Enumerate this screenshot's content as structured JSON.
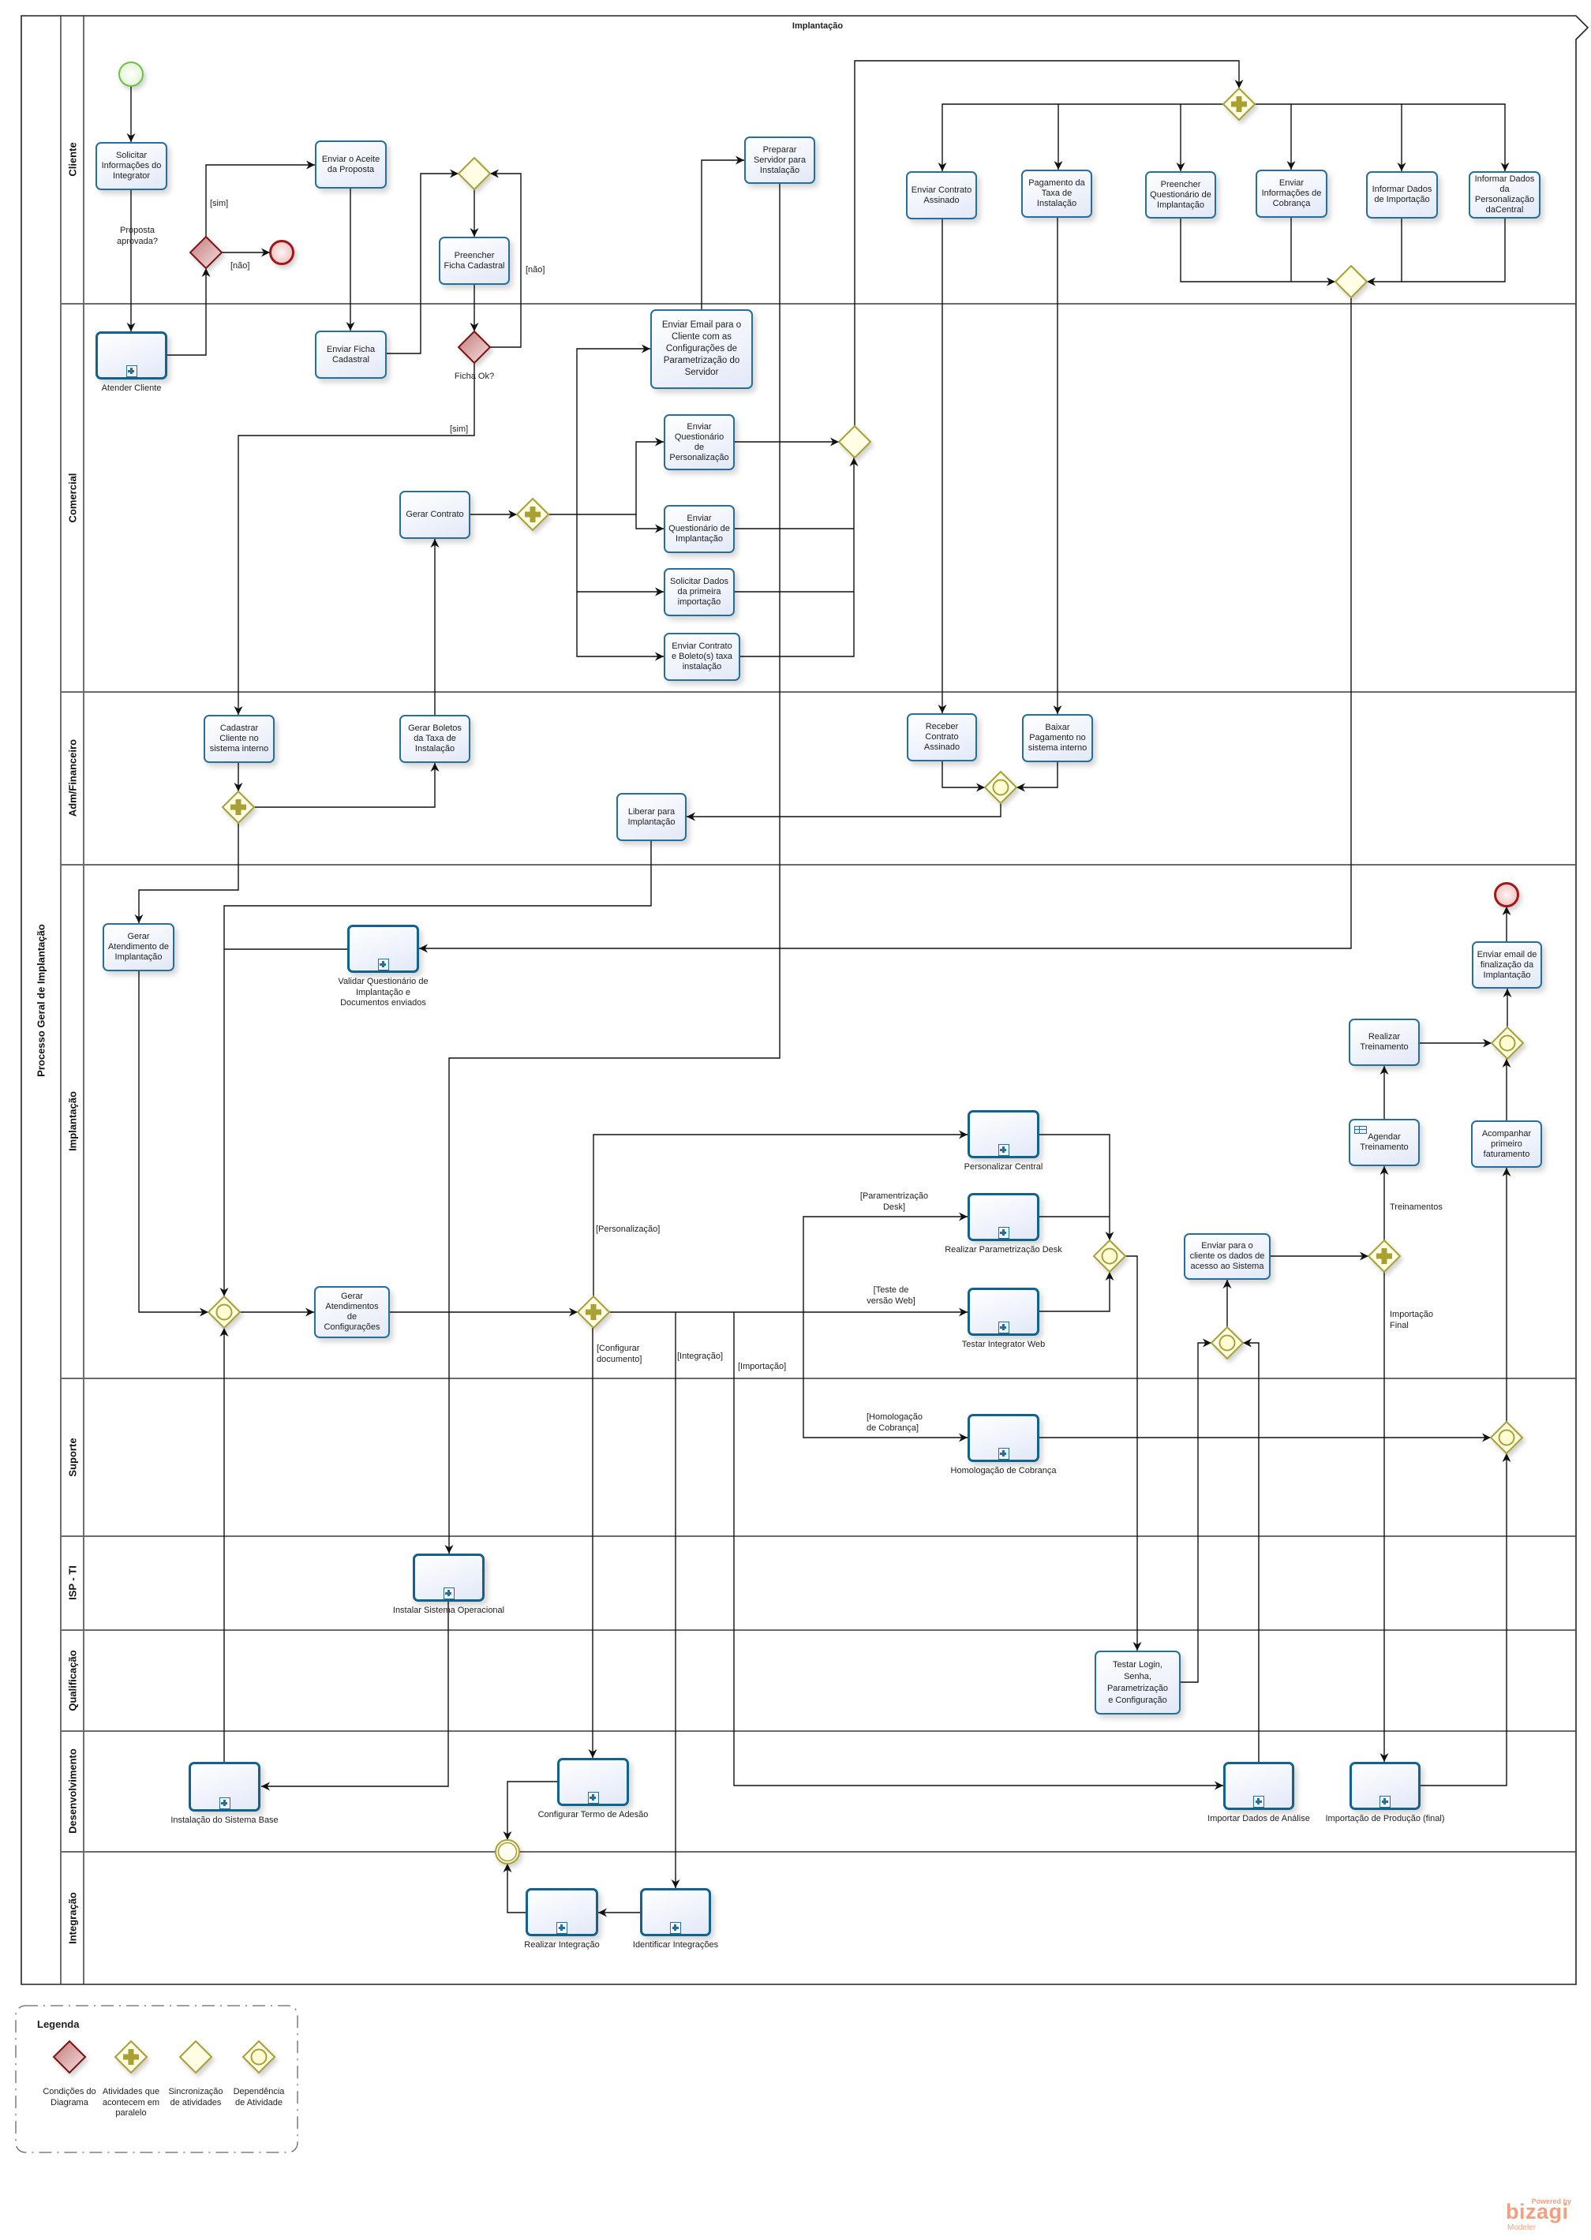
{
  "diagram": {
    "phase_title": "Implantação",
    "pool_label": "Processo Geral de Implantação",
    "lanes": [
      {
        "label": "Cliente"
      },
      {
        "label": "Comercial"
      },
      {
        "label": "Adm/Financeiro"
      },
      {
        "label": "Implantação"
      },
      {
        "label": "Suporte"
      },
      {
        "label": "ISP - TI"
      },
      {
        "label": "Qualificação"
      },
      {
        "label": "Desenvolvimento"
      },
      {
        "label": "Integração"
      }
    ]
  },
  "tasks": [
    {
      "label": "Solicitar Informações do Integrator",
      "lane": "Cliente"
    },
    {
      "label": "Enviar o Aceite da Proposta",
      "lane": "Cliente"
    },
    {
      "label": "Preencher Ficha Cadastral",
      "lane": "Cliente"
    },
    {
      "label": "Preparar Servidor para Instalação",
      "lane": "Cliente"
    },
    {
      "label": "Enviar Contrato Assinado",
      "lane": "Cliente"
    },
    {
      "label": "Pagamento da Taxa de Instalação",
      "lane": "Cliente"
    },
    {
      "label": "Preencher Questionário de Implantação",
      "lane": "Cliente"
    },
    {
      "label": "Enviar Informações de Cobrança",
      "lane": "Cliente"
    },
    {
      "label": "Informar Dados de Importação",
      "lane": "Cliente"
    },
    {
      "label": "Informar Dados da Personalização daCentral",
      "lane": "Cliente"
    },
    {
      "label": "Enviar Ficha Cadastral",
      "lane": "Comercial"
    },
    {
      "label": "Enviar Email para o Cliente com as Configurações  de Parametrização do Servidor",
      "lane": "Comercial"
    },
    {
      "label": "Gerar Contrato",
      "lane": "Comercial"
    },
    {
      "label": "Enviar Questionário de Personalização",
      "lane": "Comercial"
    },
    {
      "label": "Enviar Questionário de Implantação",
      "lane": "Comercial"
    },
    {
      "label": "Solicitar Dados da primeira importação",
      "lane": "Comercial"
    },
    {
      "label": "Enviar Contrato e Boleto(s) taxa instalação",
      "lane": "Comercial"
    },
    {
      "label": "Cadastrar Cliente no sistema interno",
      "lane": "Adm/Financeiro"
    },
    {
      "label": "Gerar Boletos da Taxa de Instalação",
      "lane": "Adm/Financeiro"
    },
    {
      "label": "Receber Contrato Assinado",
      "lane": "Adm/Financeiro"
    },
    {
      "label": "Baixar Pagamento no sistema interno",
      "lane": "Adm/Financeiro"
    },
    {
      "label": "Liberar para Implantação",
      "lane": "Adm/Financeiro"
    },
    {
      "label": "Gerar Atendimento de Implantação",
      "lane": "Implantação"
    },
    {
      "label": "Gerar Atendimentos de Configurações",
      "lane": "Implantação"
    },
    {
      "label": "Enviar para o cliente os dados de acesso ao Sistema",
      "lane": "Implantação"
    },
    {
      "label": "Agendar Treinamento",
      "lane": "Implantação"
    },
    {
      "label": "Realizar Treinamento",
      "lane": "Implantação"
    },
    {
      "label": "Acompanhar primeiro faturamento",
      "lane": "Implantação"
    },
    {
      "label": "Enviar email de finalização da Implantação",
      "lane": "Implantação"
    },
    {
      "label": "Testar Login, Senha, Parametrização e Configuração",
      "lane": "Qualificação"
    }
  ],
  "subprocesses": [
    {
      "label": "Atender Cliente",
      "lane": "Comercial"
    },
    {
      "label": "Validar Questionário de Implantação e Documentos enviados",
      "lane": "Implantação"
    },
    {
      "label": "Personalizar Central",
      "lane": "Implantação"
    },
    {
      "label": "Realizar Parametrização Desk",
      "lane": "Implantação"
    },
    {
      "label": "Testar  Integrator Web",
      "lane": "Implantação"
    },
    {
      "label": "Homologação de Cobrança",
      "lane": "Suporte"
    },
    {
      "label": "Instalar Sistema Operacional",
      "lane": "ISP - TI"
    },
    {
      "label": "Instalação do Sistema Base",
      "lane": "Desenvolvimento"
    },
    {
      "label": "Configurar Termo de Adesão",
      "lane": "Desenvolvimento"
    },
    {
      "label": "Importar Dados de Análise",
      "lane": "Desenvolvimento"
    },
    {
      "label": "Importação de Produção (final)",
      "lane": "Desenvolvimento"
    },
    {
      "label": "Realizar Integração",
      "lane": "Integração"
    },
    {
      "label": "Identificar Integrações",
      "lane": "Integração"
    }
  ],
  "gateways": [
    {
      "type": "exclusive",
      "label": "Proposta aprovada?"
    },
    {
      "type": "sync",
      "label": ""
    },
    {
      "type": "exclusive",
      "label": "Ficha Ok?"
    },
    {
      "type": "parallel",
      "label": ""
    },
    {
      "type": "sync",
      "label": ""
    },
    {
      "type": "parallel",
      "label": ""
    },
    {
      "type": "sync",
      "label": ""
    },
    {
      "type": "parallel",
      "label": ""
    },
    {
      "type": "dependency",
      "label": ""
    },
    {
      "type": "dependency",
      "label": ""
    },
    {
      "type": "parallel",
      "label": ""
    },
    {
      "type": "dependency",
      "label": ""
    },
    {
      "type": "dependency",
      "label": ""
    },
    {
      "type": "parallel",
      "label": ""
    },
    {
      "type": "dependency",
      "label": ""
    },
    {
      "type": "dependency",
      "label": ""
    }
  ],
  "events": [
    {
      "type": "start"
    },
    {
      "type": "end"
    },
    {
      "type": "end"
    },
    {
      "type": "intermediate"
    }
  ],
  "flow_labels": [
    "[sim]",
    "[não]",
    "[não]",
    "[sim]",
    "[Personalização]",
    "[Paramentrização Desk]",
    "[Teste de versão Web]",
    "[Configurar documento]",
    "[Integração]",
    "[Importação]",
    "[Homologação de Cobrança]",
    "Treinamentos",
    "Importação Final"
  ],
  "legend": {
    "title": "Legenda",
    "items": [
      {
        "symbol": "exclusive-gateway",
        "label": "Condições do Diagrama"
      },
      {
        "symbol": "parallel-gateway",
        "label": "Atividades que acontecem em paralelo"
      },
      {
        "symbol": "sync-gateway",
        "label": "Sincronização de atividades"
      },
      {
        "symbol": "dependency-gateway",
        "label": "Dependência de Atividade"
      }
    ]
  },
  "branding": {
    "powered_by": "Powered by",
    "name": "bizagi",
    "product": "Modeler"
  },
  "colors": {
    "task_border": "#256f9f",
    "subprocess_border": "#11638f",
    "task_fill": "#eef2fb",
    "exclusive_gateway_stroke": "#7a1414",
    "exclusive_gateway_fill": "#d9a3a3",
    "olive_gateway_stroke": "#a8a032",
    "olive_gateway_fill": "#fffde4",
    "start_event": "#6ec046",
    "end_event": "#a01818",
    "brand": "#f0a080"
  }
}
